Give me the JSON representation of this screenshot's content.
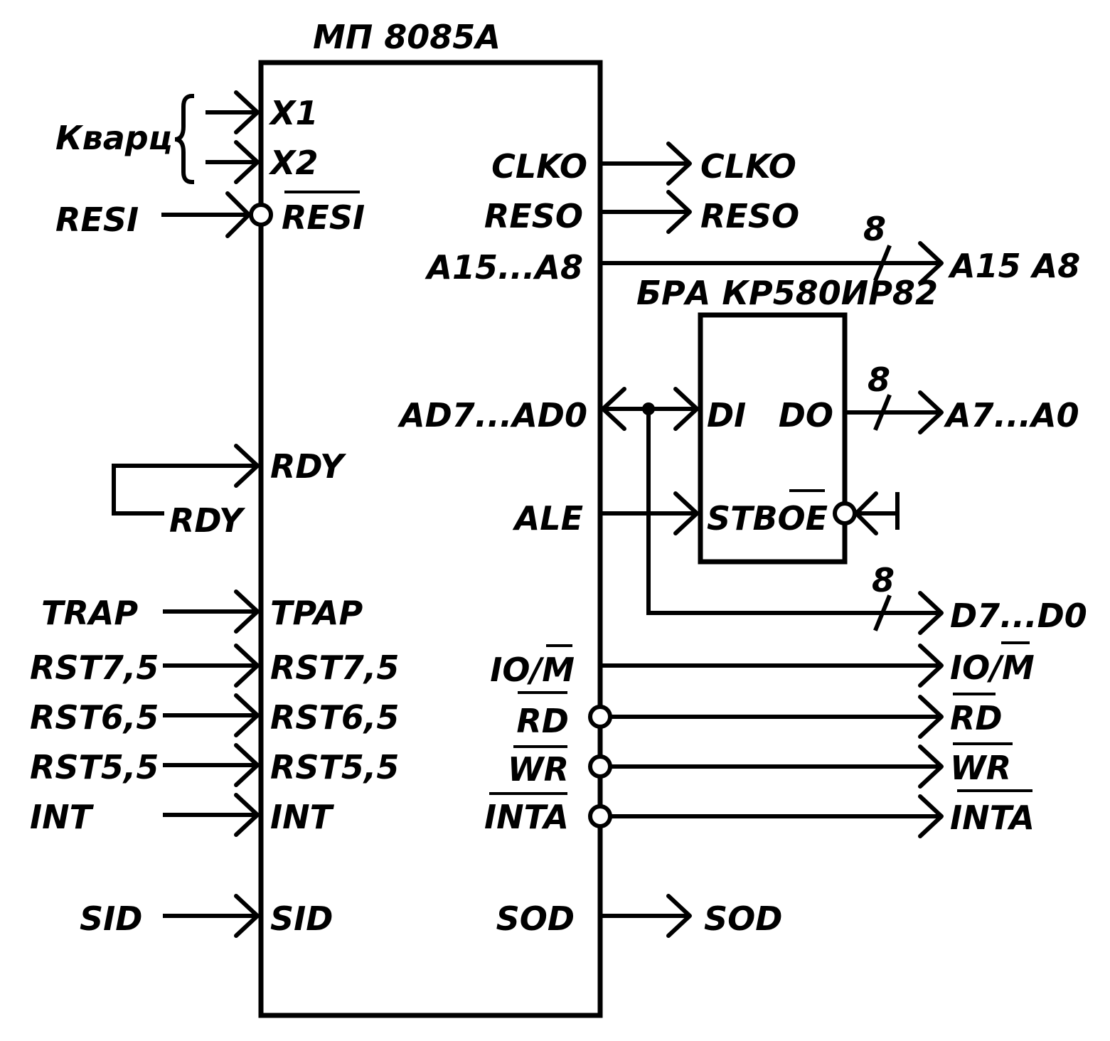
{
  "cpu": {
    "title": "МП 8085А",
    "pins_left": {
      "x1": "X1",
      "x2": "X2",
      "resi": "RESI",
      "rdy": "RDY",
      "trap": "TPAP",
      "rst75": "RST7,5",
      "rst65": "RST6,5",
      "rst55": "RST5,5",
      "int": "INT",
      "sid": "SID"
    },
    "pins_right": {
      "clko": "CLKO",
      "reso": "RESO",
      "a15a8": "A15...A8",
      "ad7ad0": "AD7...AD0",
      "ale": "ALE",
      "iom": "IO/M",
      "rd": "RD",
      "wr": "WR",
      "inta": "INTA",
      "sod": "SOD"
    }
  },
  "latch": {
    "title": "БРА КР580ИР82",
    "pins": {
      "di": "DI",
      "do": "DO",
      "stb": "STB",
      "oe": "OE"
    }
  },
  "inputs": {
    "crystal": "Кварц",
    "resi": "RESI",
    "rdy": "RDY",
    "trap": "TRAP",
    "rst75": "RST7,5",
    "rst65": "RST6,5",
    "rst55": "RST5,5",
    "int": "INT",
    "sid": "SID"
  },
  "outputs": {
    "clko": "CLKO",
    "reso": "RESO",
    "a15a8": "A15  A8",
    "a7a0": "A7...A0",
    "d7d0": "D7...D0",
    "iom": "IO/M",
    "rd": "RD",
    "wr": "WR",
    "inta": "INTA",
    "sod": "SOD"
  },
  "bus_widths": {
    "address_high": "8",
    "address_low": "8",
    "data": "8"
  }
}
